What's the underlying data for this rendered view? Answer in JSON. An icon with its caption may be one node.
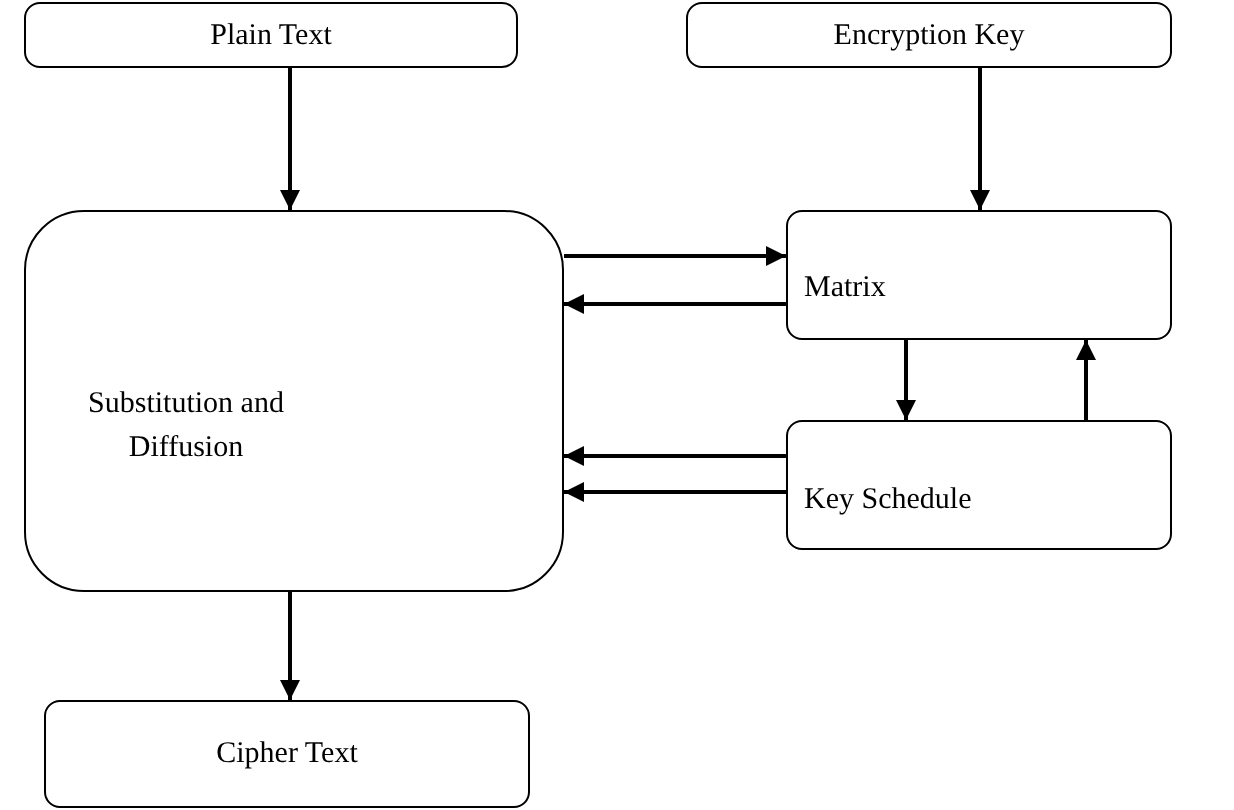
{
  "diagram": {
    "nodes": [
      {
        "text": [
          "Plain Text"
        ]
      },
      {
        "text": [
          "Encryption Key"
        ]
      },
      {
        "text": [
          "Substitution and Diffusion"
        ]
      },
      {
        "text": [
          "Matrix"
        ]
      },
      {
        "text": [
          "Key Schedule"
        ]
      },
      {
        "text": [
          "Cipher Text"
        ]
      }
    ],
    "edges": [
      {
        "from": 0,
        "to": 2,
        "arrow": "to"
      },
      {
        "from": 1,
        "to": 3,
        "arrow": "to"
      },
      {
        "from": 2,
        "to": 3,
        "arrow": "to"
      },
      {
        "from": 3,
        "to": 2,
        "arrow": "to"
      },
      {
        "from": 3,
        "to": 4,
        "arrow": "to"
      },
      {
        "from": 4,
        "to": 3,
        "arrow": "to"
      },
      {
        "from": 4,
        "to": 2,
        "arrow": "to"
      },
      {
        "from": 4,
        "to": 2,
        "arrow": "to"
      },
      {
        "from": 2,
        "to": 5,
        "arrow": "to"
      }
    ]
  }
}
